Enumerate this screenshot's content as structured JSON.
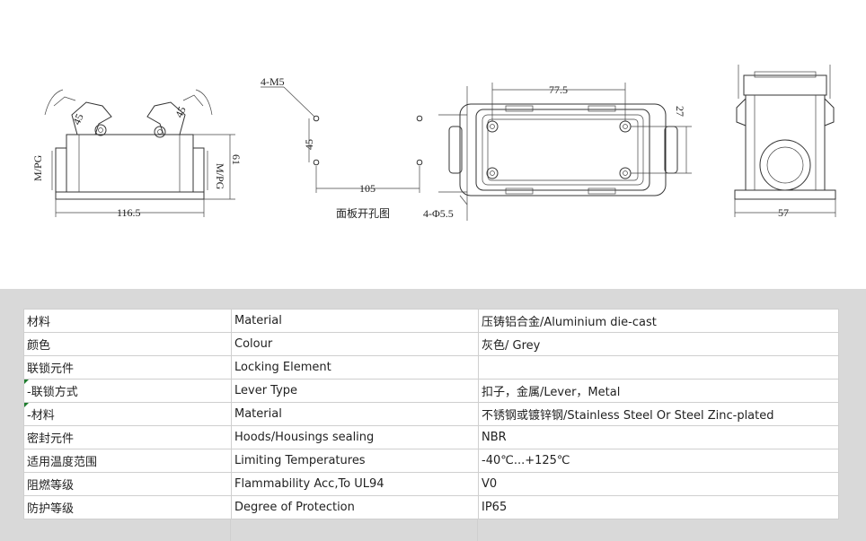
{
  "drawing": {
    "front_view": {
      "width_dim": "116.5",
      "height_dim": "61",
      "thread_left": "M/PG",
      "thread_right": "M/PG",
      "lever_label_left": "45",
      "lever_label_right": "45"
    },
    "panel_cutout": {
      "thread_spec": "4-M5",
      "vertical_dim": "45",
      "horizontal_dim": "105",
      "caption": "面板开孔图"
    },
    "top_view": {
      "length_dim": "77.5",
      "width_dim": "27",
      "hole_spec": "4-Φ5.5"
    },
    "side_view": {
      "width_dim": "57"
    }
  },
  "spec_table": {
    "rows": [
      {
        "cn": "材料",
        "en": "Material",
        "value": "压铸铝合金/Aluminium die-cast"
      },
      {
        "cn": "颜色",
        "en": "Colour",
        "value": "灰色/ Grey"
      },
      {
        "cn": "联锁元件",
        "en": "Locking Element",
        "value": ""
      },
      {
        "cn": " -联锁方式",
        "en": "Lever Type",
        "value": "扣子，金属/Lever，Metal"
      },
      {
        "cn": " -材料",
        "en": "Material",
        "value": "不锈钢或镀锌钢/Stainless Steel Or Steel Zinc-plated"
      },
      {
        "cn": "密封元件",
        "en": "Hoods/Housings sealing",
        "value": "NBR"
      },
      {
        "cn": "适用温度范围",
        "en": "Limiting Temperatures",
        "value": "-40℃...+125℃"
      },
      {
        "cn": "阻燃等级",
        "en": "Flammability Acc,To UL94",
        "value": "V0"
      },
      {
        "cn": "防护等级",
        "en": "Degree of Protection",
        "value": "IP65"
      }
    ]
  }
}
